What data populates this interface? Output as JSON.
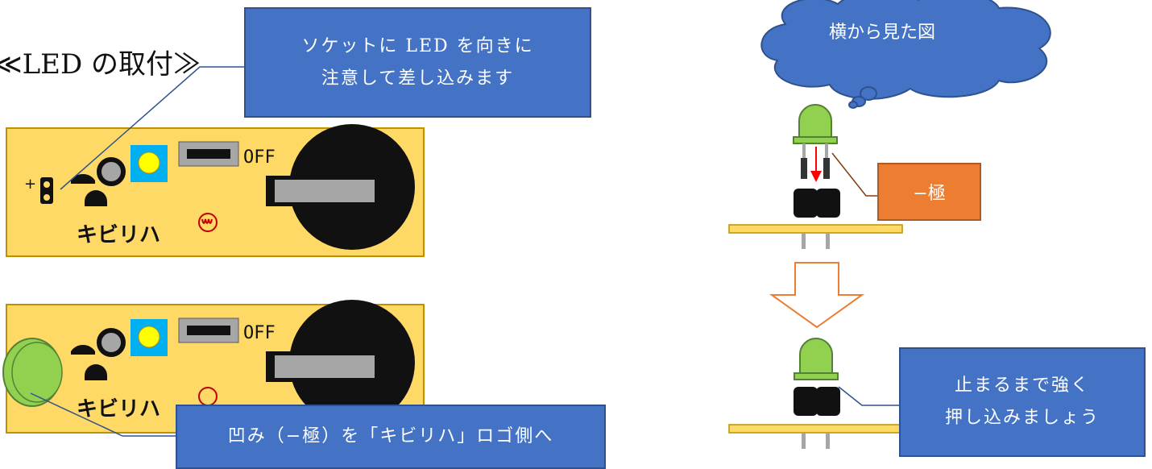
{
  "heading": "≪LED の取付≫",
  "callout_top": {
    "line1": "ソケットに LED を向きに",
    "line2": "注意して差し込みます"
  },
  "callout_bottom": "凹み（−極）を「キビリハ」ロゴ側へ",
  "cloud_text": "横から見た図",
  "minus_label": "−極",
  "callout_right": {
    "line1": "止まるまで強く",
    "line2": "押し込みましょう"
  },
  "board": {
    "switch_label": "OFF",
    "logo_text": "キビリハ",
    "plus_mark": "+"
  },
  "colors": {
    "board": "#ffd966",
    "callout": "#4472c4",
    "orange": "#ed7d31",
    "led": "#92d050"
  }
}
